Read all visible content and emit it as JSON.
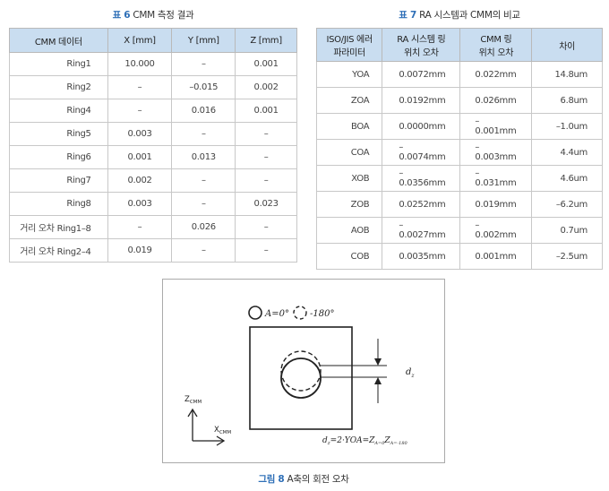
{
  "table6": {
    "caption_num": "표 6",
    "caption_text": "CMM 측정 결과",
    "headers": [
      "CMM 데이터",
      "X [mm]",
      "Y [mm]",
      "Z [mm]"
    ],
    "rows": [
      [
        "Ring1",
        "10.000",
        "–",
        "0.001"
      ],
      [
        "Ring2",
        "–",
        "–0.015",
        "0.002"
      ],
      [
        "Ring4",
        "–",
        "0.016",
        "0.001"
      ],
      [
        "Ring5",
        "0.003",
        "–",
        "–"
      ],
      [
        "Ring6",
        "0.001",
        "0.013",
        "–"
      ],
      [
        "Ring7",
        "0.002",
        "–",
        "–"
      ],
      [
        "Ring8",
        "0.003",
        "–",
        "0.023"
      ],
      [
        "거리 오차 Ring1–8",
        "–",
        "0.026",
        "–"
      ],
      [
        "거리 오차 Ring2–4",
        "0.019",
        "–",
        "–"
      ]
    ]
  },
  "table7": {
    "caption_num": "표 7",
    "caption_text": "RA 시스템과 CMM의 비교",
    "headers": [
      [
        "ISO/JIS 에러",
        "파라미터"
      ],
      [
        "RA 시스템 링",
        "위치 오차"
      ],
      [
        "CMM 링",
        "위치 오차"
      ],
      [
        "차이"
      ]
    ],
    "rows": [
      [
        "YOA",
        "0.0072mm",
        "0.022mm",
        "14.8um"
      ],
      [
        "ZOA",
        "0.0192mm",
        "0.026mm",
        "6.8um"
      ],
      [
        "BOA",
        "0.0000mm",
        "–0.001mm",
        "–1.0um"
      ],
      [
        "COA",
        "–0.0074mm",
        "–0.003mm",
        "4.4um"
      ],
      [
        "XOB",
        "–0.0356mm",
        "–0.031mm",
        "4.6um"
      ],
      [
        "ZOB",
        "0.0252mm",
        "0.019mm",
        "–6.2um"
      ],
      [
        "AOB",
        "–0.0027mm",
        "–0.002mm",
        "0.7um"
      ],
      [
        "COB",
        "0.0035mm",
        "0.001mm",
        "–2.5um"
      ]
    ]
  },
  "figure8": {
    "caption_num": "그림 8",
    "caption_text": "A축의 회전 오차",
    "legend_solid": "A=0°",
    "legend_dashed": "-180°",
    "dim_label": "d",
    "dim_sub": "z",
    "axis_z": "Z",
    "axis_z_sub": "CMM",
    "axis_x": "X",
    "axis_x_sub": "CMM",
    "formula_main": "d",
    "formula_sub1": "z",
    "formula_mid": "=2·YOA=Z",
    "formula_sub2": "A=0",
    "formula_mid2": "Z",
    "formula_sub3": "A=-180"
  }
}
